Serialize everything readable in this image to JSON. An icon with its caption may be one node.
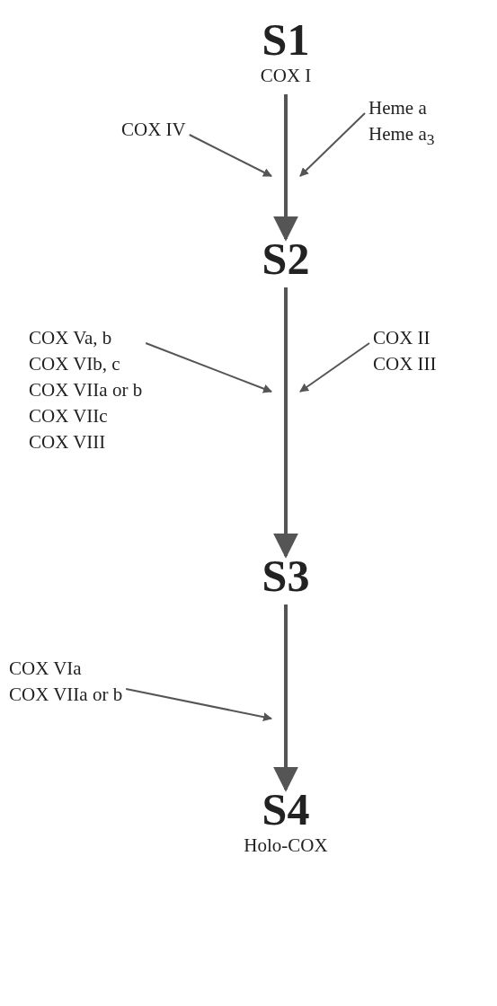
{
  "diagram": {
    "nodes": [
      {
        "text": [
          "S1",
          "COX I"
        ]
      },
      {
        "text": [
          "COX IV"
        ]
      },
      {
        "text": [
          "Heme a",
          "Heme a$_{3}$"
        ]
      },
      {
        "text": [
          "S2"
        ]
      },
      {
        "text": [
          "COX Va, b",
          "COX VIb, c",
          "COX VIIa or b",
          "COX VIIc",
          "COX VIII"
        ]
      },
      {
        "text": [
          "COX II",
          "COX III"
        ]
      },
      {
        "text": [
          "S3"
        ]
      },
      {
        "text": [
          "COX VIa",
          "COX VIIa or b"
        ]
      },
      {
        "text": [
          "S4",
          "Holo-COX"
        ]
      }
    ],
    "edges": [
      {
        "from": 0,
        "to": 3,
        "arrow": "to",
        "style": "thick"
      },
      {
        "from": 1,
        "to": null,
        "arrow": "to"
      },
      {
        "from": 2,
        "to": null,
        "arrow": "to"
      },
      {
        "from": 3,
        "to": 6,
        "arrow": "to",
        "style": "thick"
      },
      {
        "from": 4,
        "to": null,
        "arrow": "to"
      },
      {
        "from": 5,
        "to": null,
        "arrow": "to"
      },
      {
        "from": 6,
        "to": 8,
        "arrow": "to",
        "style": "thick"
      },
      {
        "from": 7,
        "to": null,
        "arrow": "to"
      }
    ]
  }
}
